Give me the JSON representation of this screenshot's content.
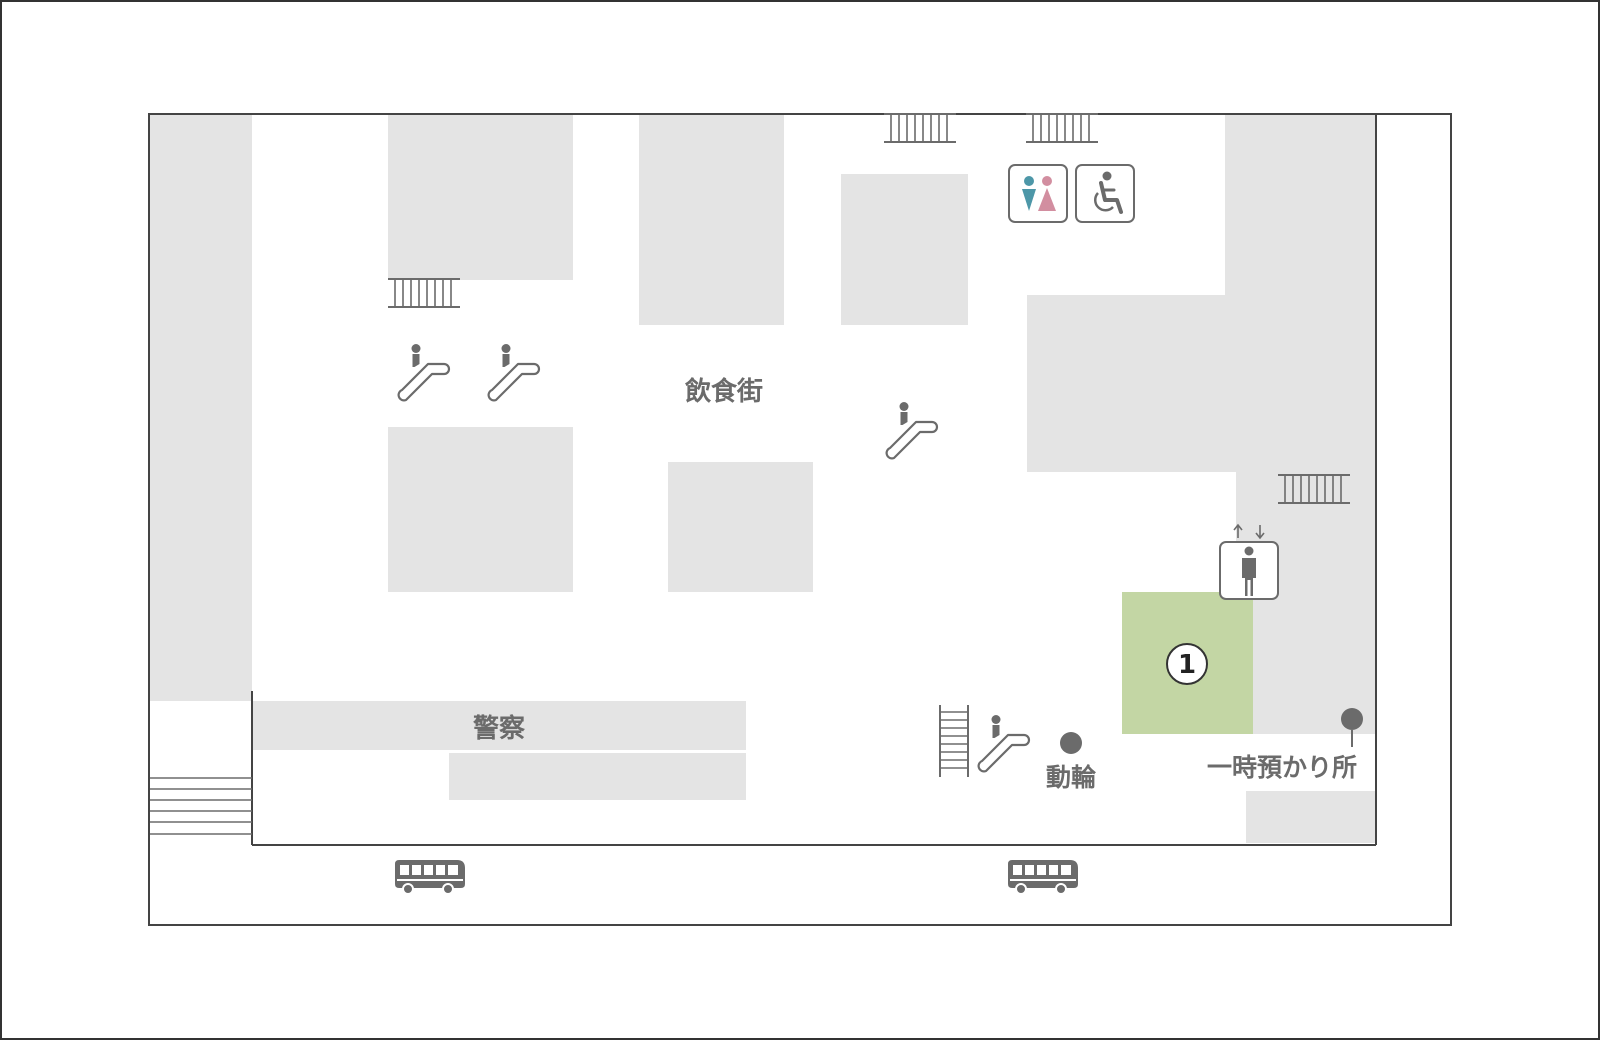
{
  "labels": {
    "food_court": "飲食街",
    "police": "警察",
    "bicycle_parking": "動輪",
    "luggage_storage": "一時預かり所",
    "marker_number": "1"
  },
  "colors": {
    "highlight_area": "#c3d6a4",
    "building_block": "#e4e4e4",
    "icon_gray": "#6b6b6b",
    "male_blue": "#4d97a8",
    "female_pink": "#d28ea0"
  },
  "icons": [
    "escalator-icon",
    "stairs-icon",
    "restroom-icon",
    "accessible-restroom-icon",
    "elevator-icon",
    "bus-icon",
    "map-pin-icon"
  ]
}
